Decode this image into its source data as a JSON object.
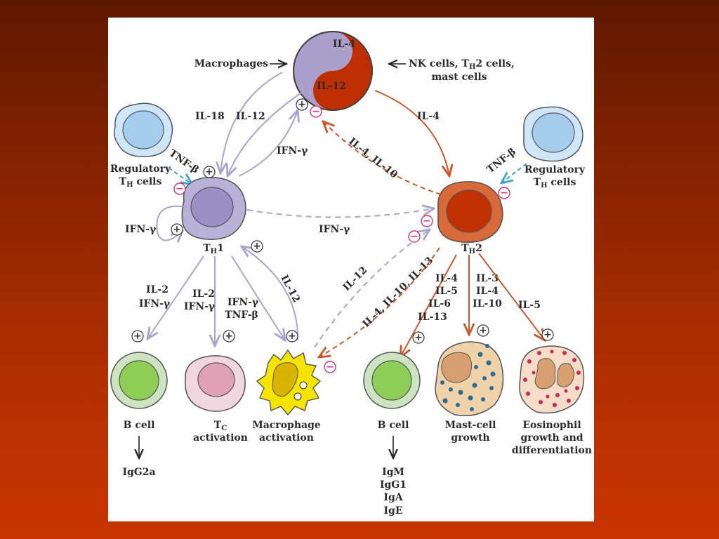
{
  "yin_yang": {
    "top": "IL-4",
    "bottom": "IL-12"
  },
  "sources": {
    "macrophages": "Macrophages",
    "nk_line1": "NK cells, T",
    "nk_sub": "H",
    "nk_line1b": "2 cells,",
    "nk_line2": "mast cells"
  },
  "reg_left": {
    "line1": "Regulatory",
    "line2": "T",
    "sub": "H",
    "line2b": " cells",
    "tnf": "TNF-β"
  },
  "reg_right": {
    "line1": "Regulatory",
    "line2": "T",
    "sub": "H",
    "line2b": " cells",
    "tnf": "TNF-β"
  },
  "th1": {
    "name": "T",
    "sub": "H",
    "num": "1"
  },
  "th2": {
    "name": "T",
    "sub": "H",
    "num": "2"
  },
  "arrows": {
    "il18": "IL-18",
    "il12_down": "IL-12",
    "ifn_up": "IFN-γ",
    "il4_right": "IL-4",
    "il4_il10_diag": "IL-4, IL-10",
    "ifn_self": "IFN-γ",
    "ifn_cross": "IFN-γ",
    "il12_up": "IL-12",
    "il12_dashed": "IL-12",
    "il4_10_13": "IL-4, IL-10, IL-13",
    "th1_b_1": "IL-2",
    "th1_b_2": "IFN-γ",
    "th1_tc_1": "IL-2",
    "th1_tc_2": "IFN-γ",
    "th1_mac_1": "IFN-γ",
    "th1_mac_2": "TNF-β",
    "th2_b": [
      "IL-4",
      "IL-5",
      "IL-6",
      "IL-13"
    ],
    "th2_mast": [
      "IL-3",
      "IL-4",
      "IL-10"
    ],
    "th2_eos": "IL-5"
  },
  "targets": {
    "b1": "B cell",
    "tc_1": "T",
    "tc_sub": "C",
    "tc_2": "activation",
    "mac_1": "Macrophage",
    "mac_2": "activation",
    "b2": "B cell",
    "mast_1": "Mast-cell",
    "mast_2": "growth",
    "eos_1": "Eosinophil",
    "eos_2": "growth and",
    "eos_3": "differentiation"
  },
  "antibodies": {
    "left": "IgG2a",
    "right": [
      "IgM",
      "IgG1",
      "IgA",
      "IgE"
    ]
  },
  "signs": {
    "plus": "+",
    "minus": "−"
  },
  "colors": {
    "th1_arrow": "#a9a3cf",
    "th2_arrow": "#d0562a",
    "blue_dash": "#3aa6d8",
    "minus": "#e0307a",
    "th1_cell": "#b8b2d8",
    "th1_nucleus": "#9c8fc4",
    "th2_cell": "#d86a3a",
    "th2_nucleus": "#c03000"
  }
}
